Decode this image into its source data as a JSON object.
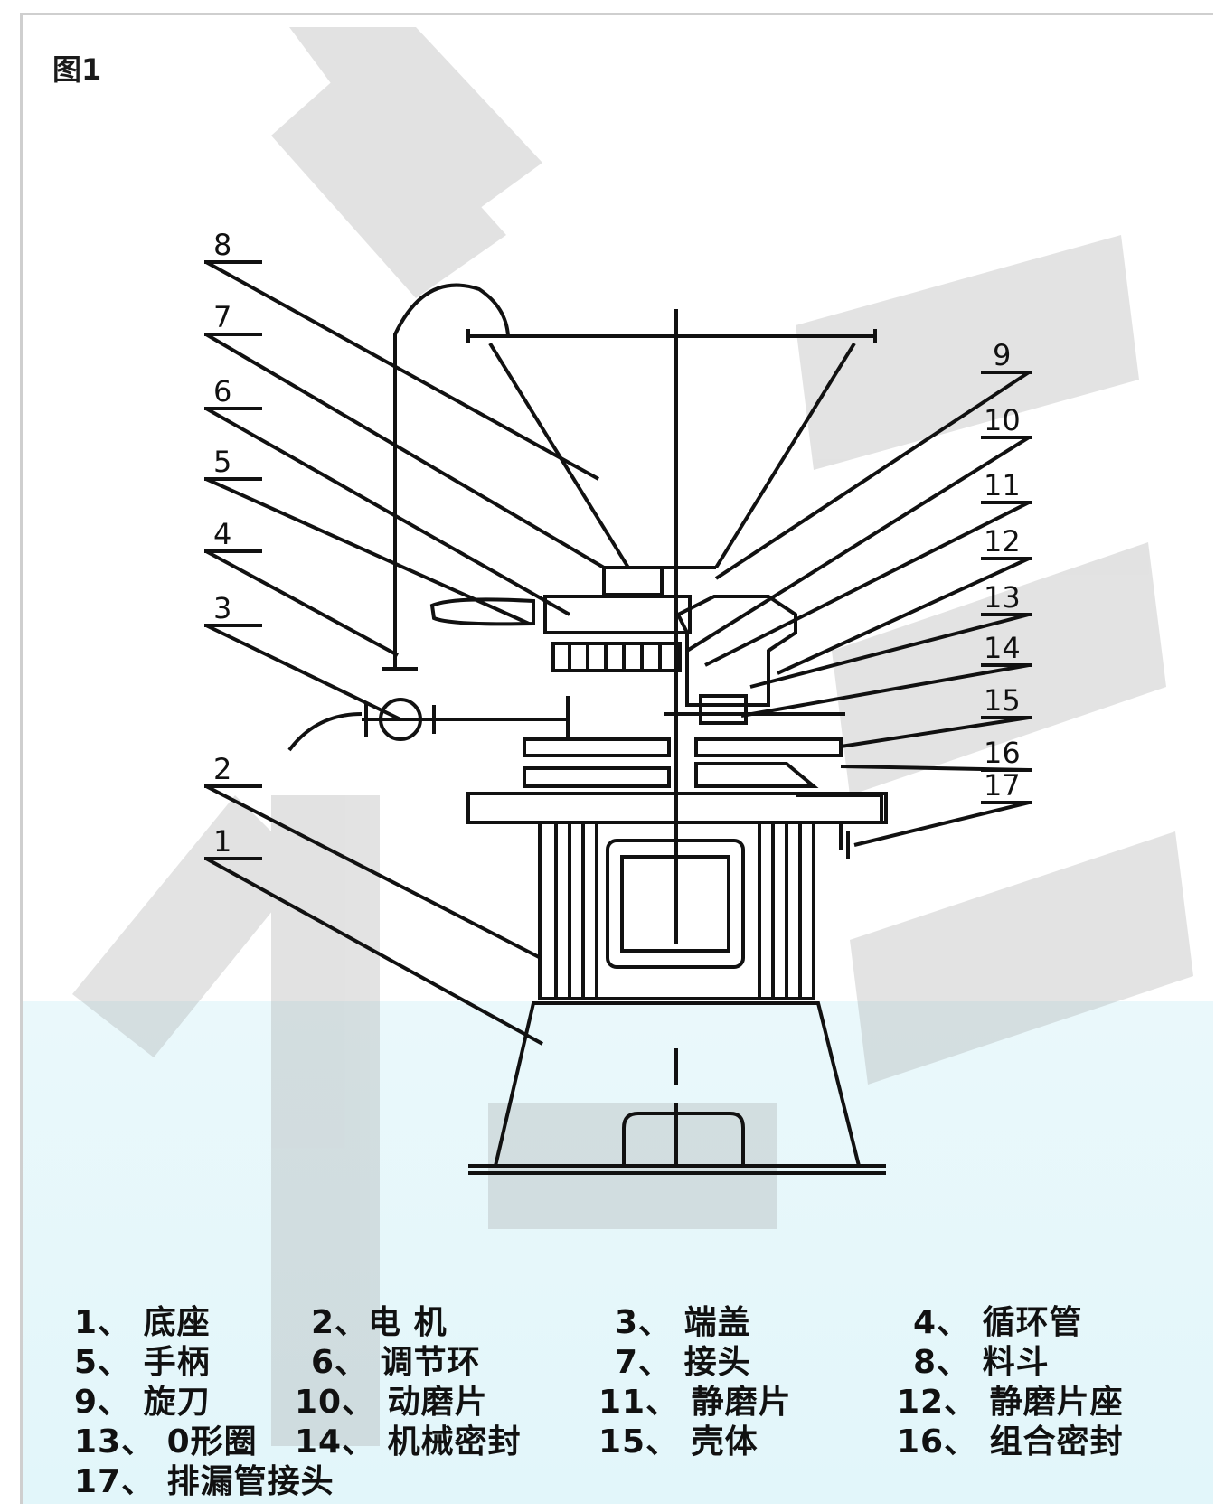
{
  "figure_title": "图1",
  "callouts": [
    "1",
    "2",
    "3",
    "4",
    "5",
    "6",
    "7",
    "8",
    "9",
    "10",
    "11",
    "12",
    "13",
    "14",
    "15",
    "16",
    "17"
  ],
  "legend": [
    [
      "1、 底座",
      "2、电 机",
      "3、 端盖",
      "4、 循环管"
    ],
    [
      "5、 手柄",
      "6、 调节环",
      "7、 接头",
      "8、 料斗"
    ],
    [
      "9、 旋刀",
      "10、 动磨片",
      "11、 静磨片",
      "12、 静磨片座"
    ],
    [
      "13、 0形圈",
      "14、 机械密封",
      "15、 壳体",
      "16、 组合密封"
    ],
    [
      "17、 排漏管接头"
    ]
  ]
}
